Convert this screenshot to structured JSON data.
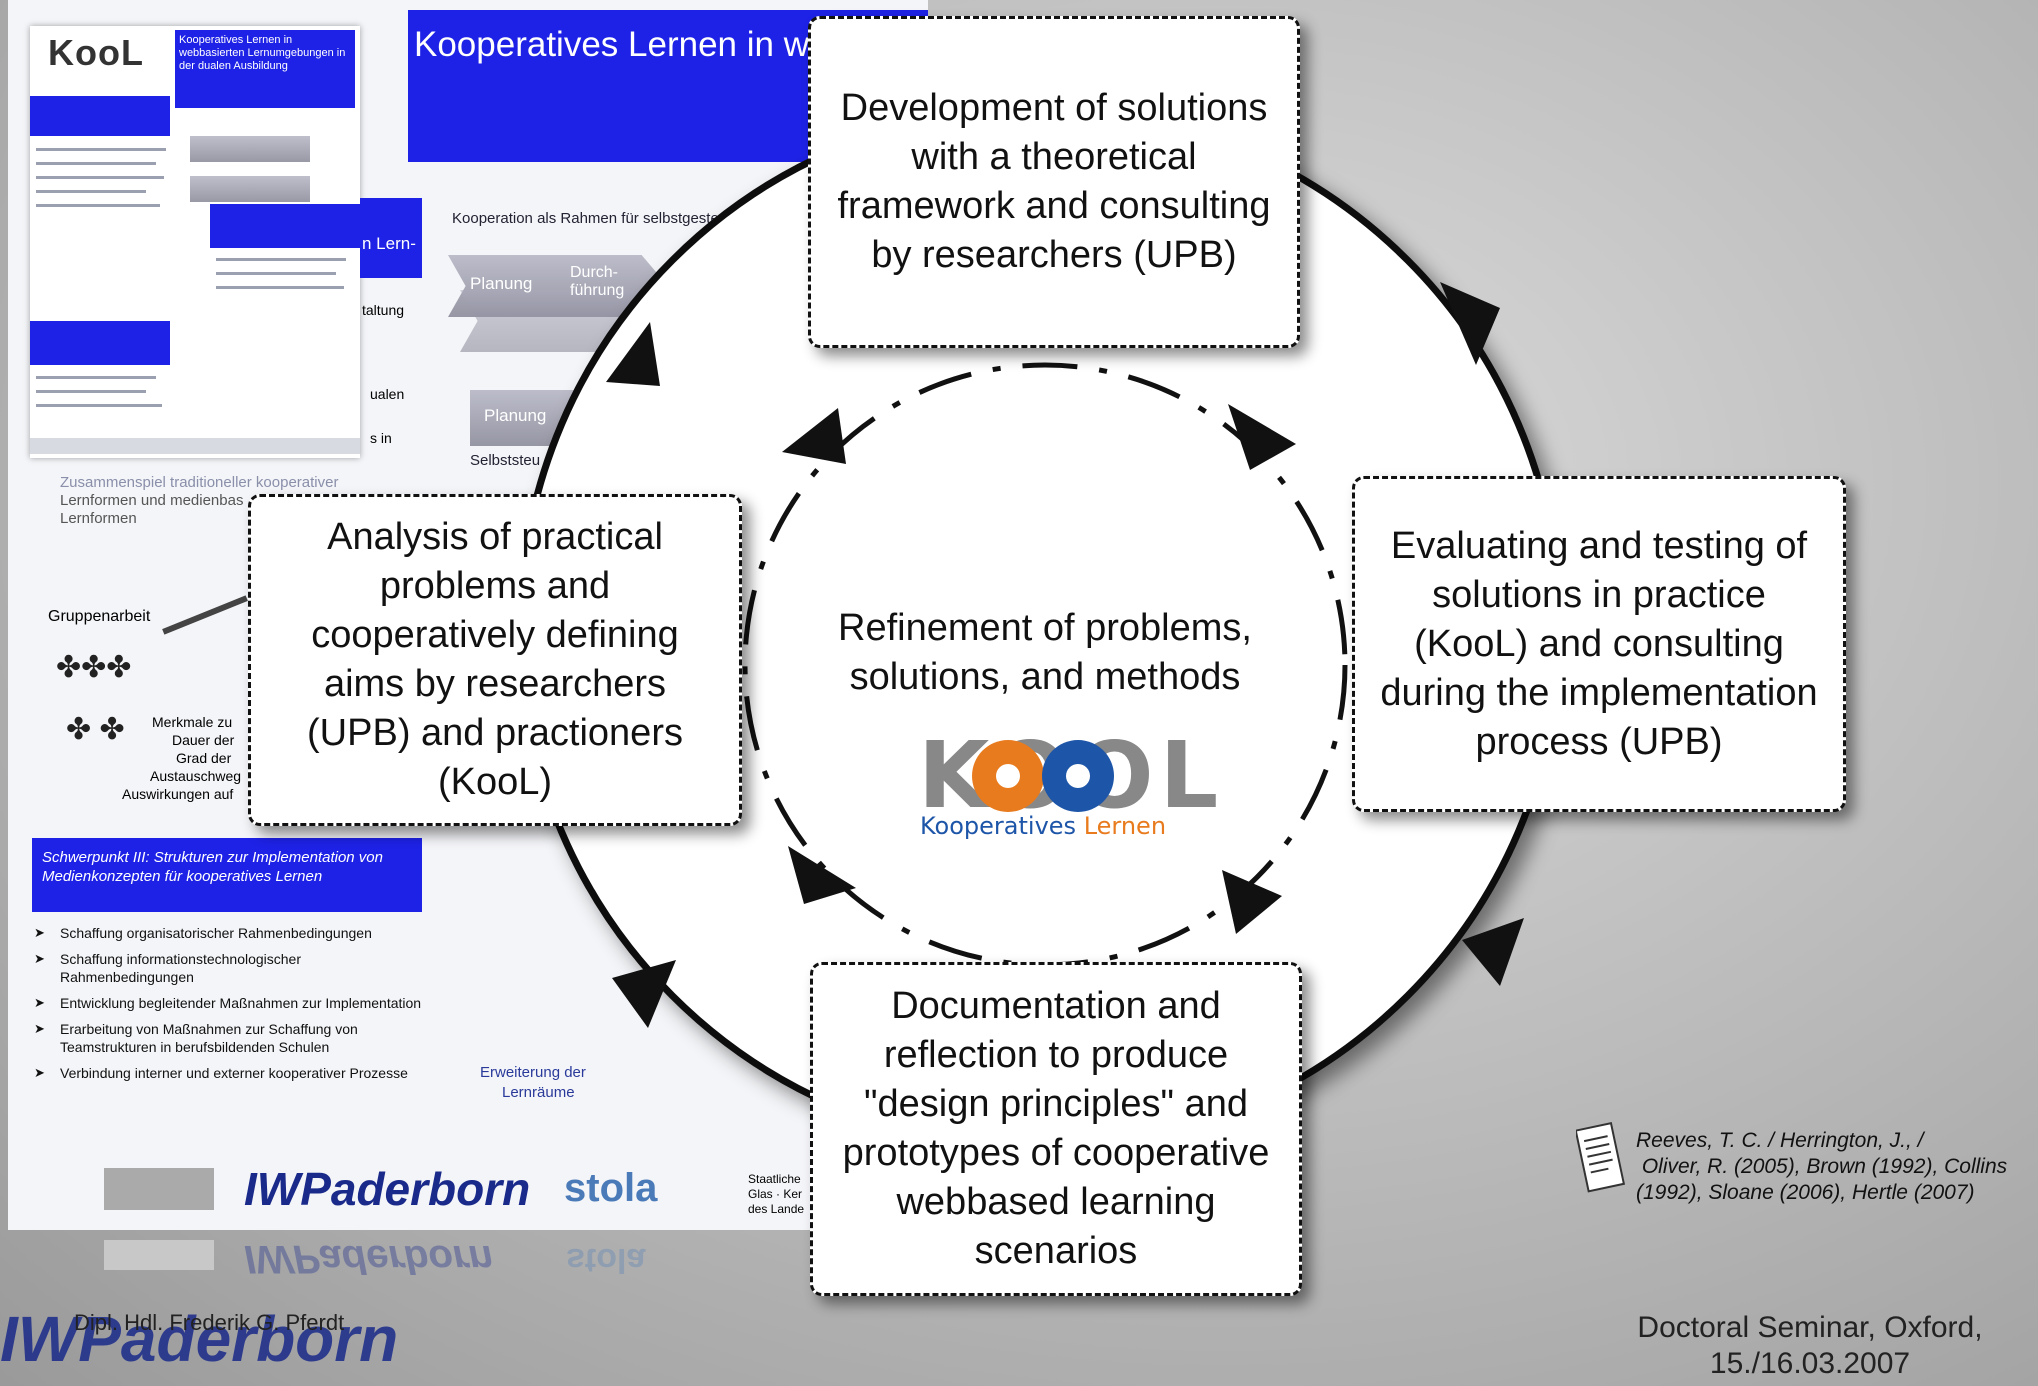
{
  "boxes": {
    "top": "Development of solutions with a theoretical framework and consulting by researchers (UPB)",
    "right": "Evaluating and testing of solutions in practice (KooL)  and consulting during the implementation process (UPB)",
    "bottom": "Documentation and reflection to produce \"design principles\" and prototypes of cooperative webbased learning scenarios",
    "left": "Analysis of practical problems and cooperatively defining aims by researchers (UPB) and practioners (KooL)"
  },
  "center": {
    "text": "Refinement of problems, solutions, and methods",
    "logo_word": "KOOL",
    "logo_sub_a": "Kooperatives",
    "logo_sub_b": "Lernen",
    "logo_colors": {
      "grey": "#888888",
      "orange": "#e87b1e",
      "blue": "#1d55a8"
    }
  },
  "references": {
    "line1": "Reeves, T. C. / Herrington, J., /",
    "line2": " Oliver, R. (2005), Brown (1992), Collins",
    "line3": "(1992), Sloane (2006), Hertle (2007)"
  },
  "footer": {
    "presenter": "Dipl. Hdl. Frederik G. Pferdt",
    "seminar_line1": "Doctoral Seminar, Oxford,",
    "seminar_line2": "15./16.03.2007"
  },
  "background": {
    "title": "Kooperatives Lernen in webbasierten Lernumgebungen in der dualen Ausbildung",
    "thumb_logo": "KooL",
    "thumb_head": "Kooperatives Lernen in webbasierten Lernumgebungen in der dualen Ausbildung",
    "caption_cooperation": "Kooperation als Rahmen für selbstgesteuertes Lernen",
    "chevron_planung": "Planung",
    "chevron_durchfuehrung": "Durch- führung",
    "fragment_lern": "n Lern-",
    "fragment_gestaltung": "taltung",
    "fragment_dualen": "ualen",
    "fragment_in": "s in",
    "selbst": "Selbststeu",
    "zusammen": "Zusammenspiel traditioneller kooperativer",
    "lernformen1": "Lernformen und medienbas",
    "lernformen2": "Lernformen",
    "gruppenarbeit": "Gruppenarbeit",
    "merkmale": "Merkmale zu",
    "dauer": "Dauer der",
    "grad": "Grad der",
    "austausch": "Austauschweg",
    "auswirkungen": "Auswirkungen auf",
    "schwerpunkt3": "Schwerpunkt III: Strukturen zur Implementation von Medienkonzepten für kooperatives Lernen",
    "list3": [
      "Schaffung organisatorischer Rahmenbedingungen",
      "Schaffung informationstechnologischer Rahmenbedingungen",
      "Entwicklung begleitender Maßnahmen zur Implementation",
      "Erarbeitung von Maßnahmen zur Schaffung von Teamstrukturen in berufsbildenden Schulen",
      "Verbindung interner und externer kooperativer Prozesse"
    ],
    "erweiterung1": "Erweiterung der",
    "erweiterung2": "Lernräume",
    "logo_iwp": "IWPaderborn",
    "logo_stola": "stola",
    "staat1": "Staatliche",
    "staat2": "Glas · Ker",
    "staat3": "des Lande"
  }
}
